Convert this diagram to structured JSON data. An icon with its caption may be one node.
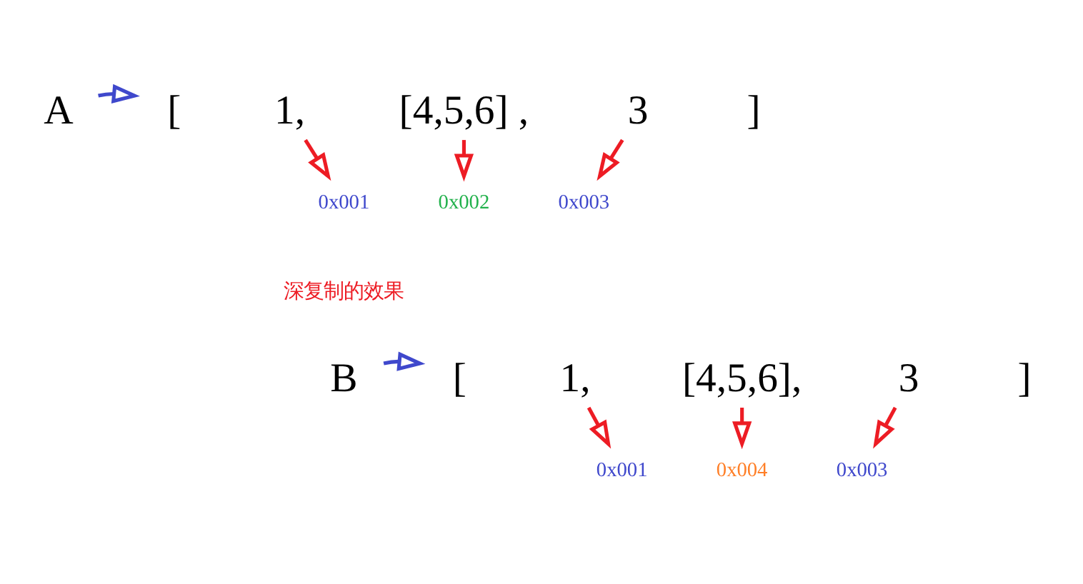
{
  "diagram": {
    "nodes": [
      {
        "text": [
          "A"
        ]
      },
      {
        "text": [
          "["
        ]
      },
      {
        "text": [
          "1,"
        ]
      },
      {
        "text": [
          "[4,5,6] ,"
        ]
      },
      {
        "text": [
          "3"
        ]
      },
      {
        "text": [
          "]"
        ]
      },
      {
        "text": [
          "0x001"
        ]
      },
      {
        "text": [
          "0x002"
        ]
      },
      {
        "text": [
          "0x003"
        ]
      },
      {
        "text": [
          "B"
        ]
      },
      {
        "text": [
          "["
        ]
      },
      {
        "text": [
          "1,"
        ]
      },
      {
        "text": [
          "[4,5,6],"
        ]
      },
      {
        "text": [
          "3"
        ]
      },
      {
        "text": [
          "]"
        ]
      },
      {
        "text": [
          "0x001"
        ]
      },
      {
        "text": [
          "0x004"
        ]
      },
      {
        "text": [
          "0x003"
        ]
      }
    ],
    "edges": [
      {
        "from": 0,
        "to": 1,
        "arrow": "to",
        "color": "#3f48cc"
      },
      {
        "from": 2,
        "to": 6,
        "arrow": "to"
      },
      {
        "from": 3,
        "to": 7,
        "arrow": "to"
      },
      {
        "from": 4,
        "to": 8,
        "arrow": "to"
      },
      {
        "from": 9,
        "to": 10,
        "arrow": "to",
        "color": "#3f48cc"
      },
      {
        "from": 11,
        "to": 15,
        "arrow": "to"
      },
      {
        "from": 12,
        "to": 16,
        "arrow": "to"
      },
      {
        "from": 13,
        "to": 17,
        "arrow": "to"
      }
    ],
    "labels": [
      "深复制的效果"
    ]
  }
}
